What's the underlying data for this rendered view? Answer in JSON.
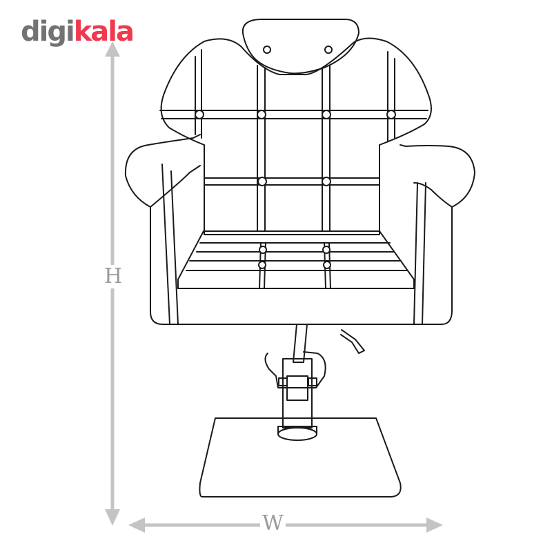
{
  "brand": {
    "logo_part1": "digi",
    "logo_part2": "kala",
    "color_gray": "#737373",
    "color_red": "#ef394e"
  },
  "dimensions": {
    "height_label": "H",
    "width_label": "W",
    "arrow_color": "#c4c4c4"
  },
  "drawing": {
    "icon": "salon-chair-icon",
    "line_color": "#1a1a1a"
  }
}
